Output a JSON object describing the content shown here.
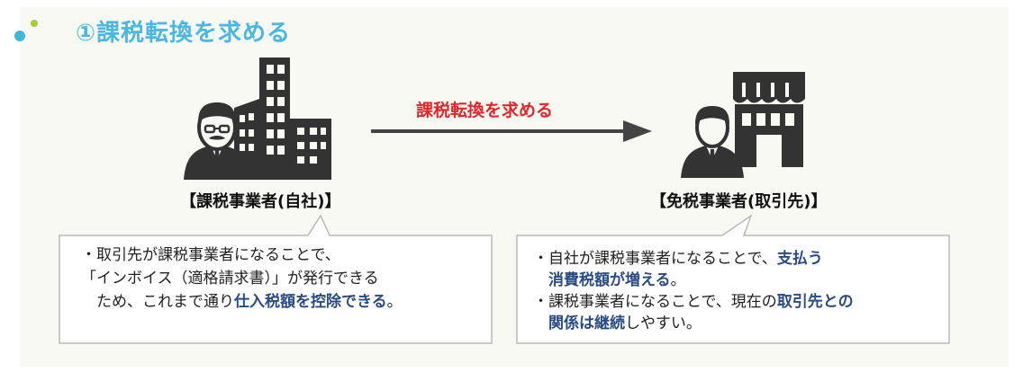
{
  "header": {
    "title": "①課税転換を求める"
  },
  "arrow": {
    "label": "課税転換を求める"
  },
  "left": {
    "label": "【課税事業者(自社)】",
    "bullets": [
      {
        "l1": "・取引先が課税事業者になることで、"
      },
      {
        "l2": "「インボイス（適格請求書）」が発行できる"
      },
      {
        "l3_pre": "　ため、これまで通り",
        "l3_em": "仕入税額を控除できる",
        "l3_post": "。"
      }
    ]
  },
  "right": {
    "label": "【免税事業者(取引先)】",
    "b1_pre": "・自社が課税事業者になることで、",
    "b1_em": "支払う",
    "b1_l2_em": "消費税額が増える",
    "b1_l2_post": "。",
    "b2_pre": "・課税事業者になることで、現在の",
    "b2_em": "取引先との",
    "b2_l2_em": "関係は継続",
    "b2_l2_post": "しやすい。"
  },
  "colors": {
    "title": "#4cb8e0",
    "arrow_label": "#e3262b",
    "emphasis": "#2a4c84",
    "icon": "#333333"
  }
}
